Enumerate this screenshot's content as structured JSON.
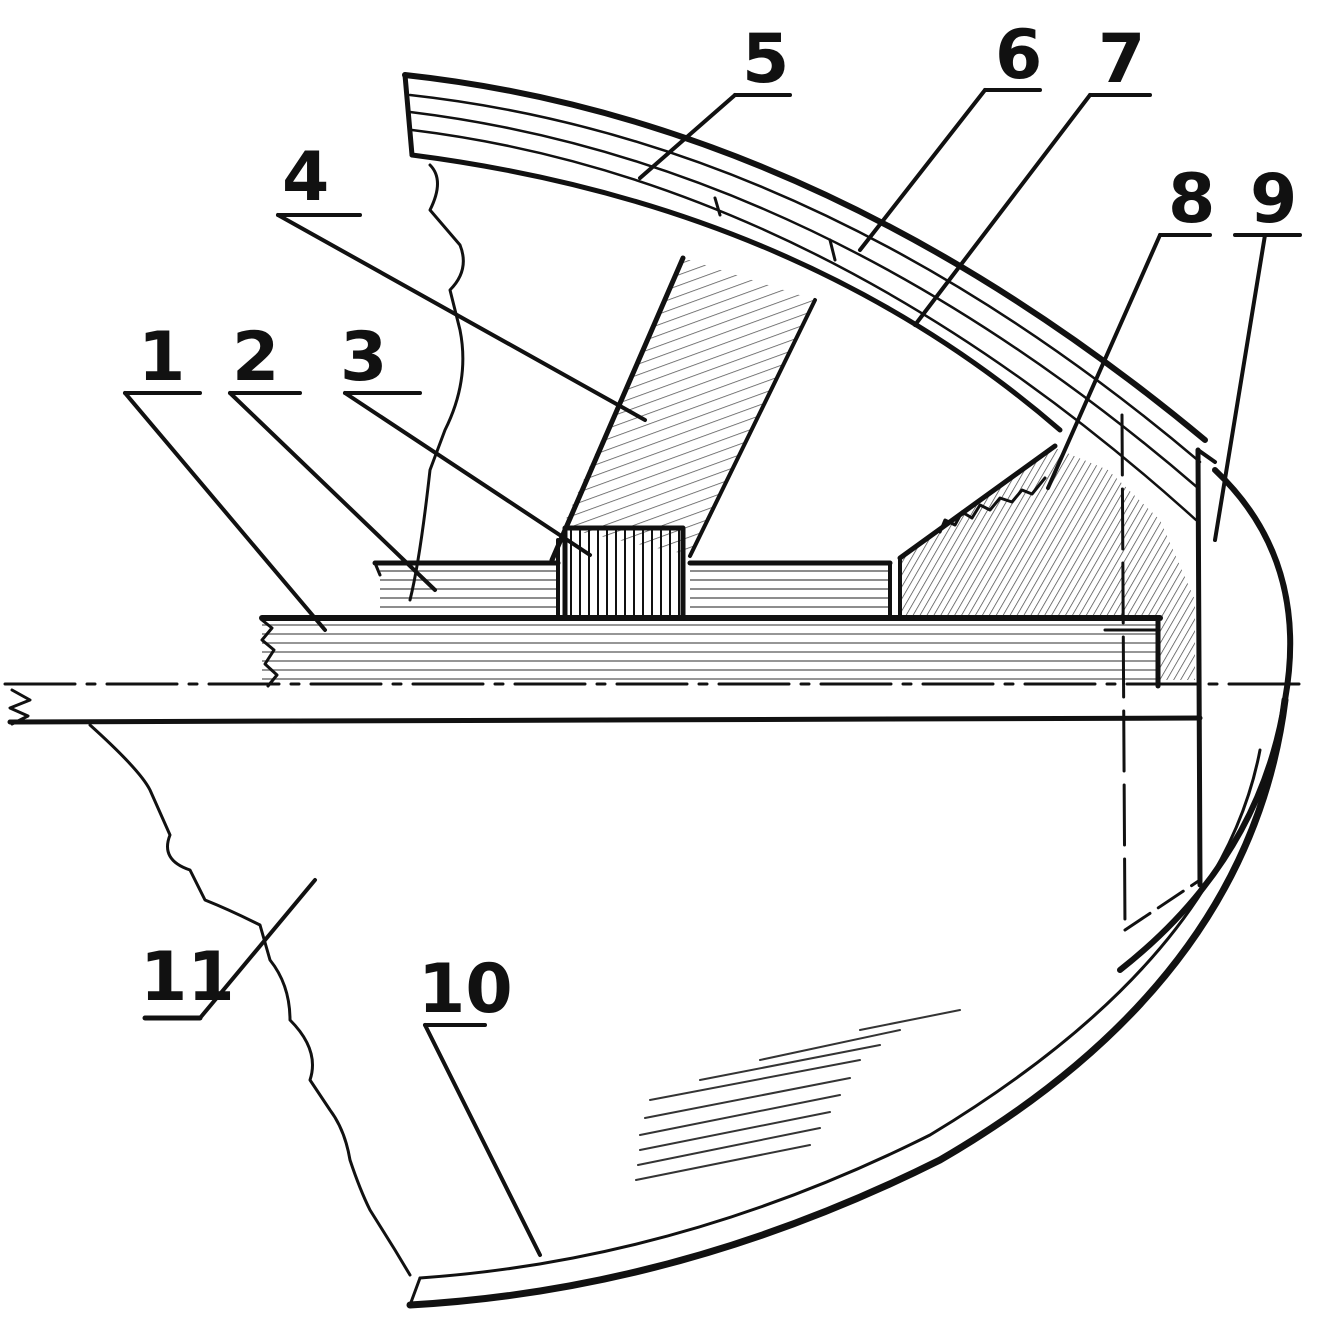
{
  "diagram": {
    "callouts": [
      {
        "id": "1",
        "text": "1"
      },
      {
        "id": "2",
        "text": "2"
      },
      {
        "id": "3",
        "text": "3"
      },
      {
        "id": "4",
        "text": "4"
      },
      {
        "id": "5",
        "text": "5"
      },
      {
        "id": "6",
        "text": "6"
      },
      {
        "id": "7",
        "text": "7"
      },
      {
        "id": "8",
        "text": "8"
      },
      {
        "id": "9",
        "text": "9"
      },
      {
        "id": "10",
        "text": "10"
      },
      {
        "id": "11",
        "text": "11"
      }
    ],
    "colors": {
      "ink": "#111111",
      "paper": "#ffffff"
    }
  }
}
